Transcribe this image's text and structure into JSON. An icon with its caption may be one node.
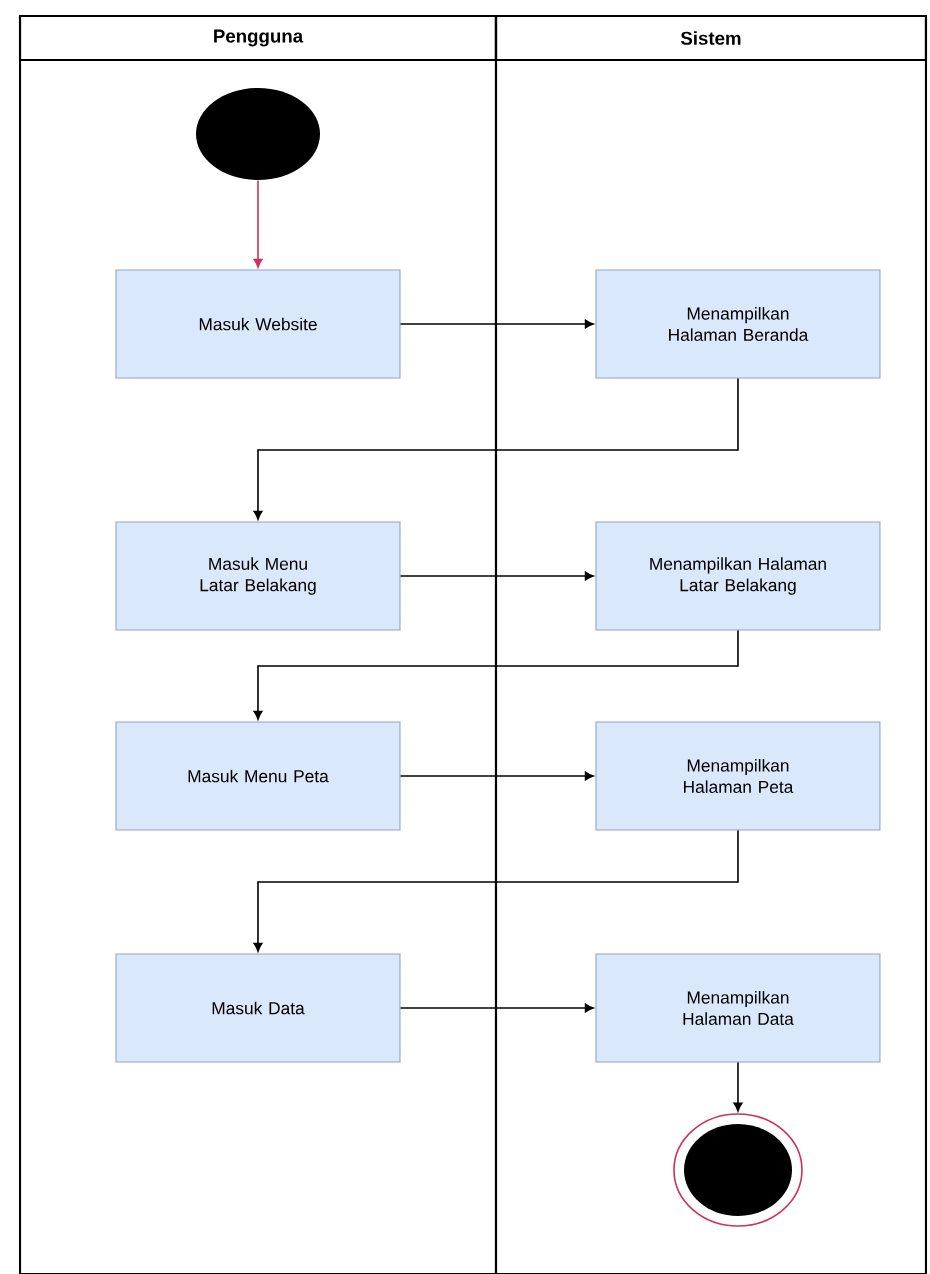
{
  "diagram": {
    "nodes": [
      {
        "text": [
          "Pengguna"
        ]
      },
      {
        "text": [
          "Sistem"
        ]
      },
      {
        "text": [],
        "shape": "circle",
        "in": 0
      },
      {
        "text": [
          "Masuk Website"
        ],
        "in": 0
      },
      {
        "text": [
          "Menampilkan Halaman Beranda"
        ],
        "in": 1
      },
      {
        "text": [
          "Masuk Menu Latar Belakang"
        ],
        "in": 0
      },
      {
        "text": [
          "Menampilkan Halaman Latar Belakang"
        ],
        "in": 1
      },
      {
        "text": [
          "Masuk Menu Peta"
        ],
        "in": 0
      },
      {
        "text": [
          "Menampilkan Halaman Peta"
        ],
        "in": 1
      },
      {
        "text": [
          "Masuk Data"
        ],
        "in": 0
      },
      {
        "text": [
          "Menampilkan Halaman Data"
        ],
        "in": 1
      },
      {
        "text": [],
        "shape": "circle",
        "in": 1
      }
    ],
    "edges": [
      {
        "from": 2,
        "to": 3,
        "arrow": "to",
        "color": "#d0305a"
      },
      {
        "from": 3,
        "to": 4,
        "arrow": "to"
      },
      {
        "from": 4,
        "to": 5,
        "arrow": "to"
      },
      {
        "from": 5,
        "to": 6,
        "arrow": "to"
      },
      {
        "from": 6,
        "to": 7,
        "arrow": "to"
      },
      {
        "from": 7,
        "to": 8,
        "arrow": "to"
      },
      {
        "from": 8,
        "to": 9,
        "arrow": "to"
      },
      {
        "from": 9,
        "to": 10,
        "arrow": "to"
      },
      {
        "from": 10,
        "to": 11,
        "arrow": "to"
      }
    ]
  }
}
